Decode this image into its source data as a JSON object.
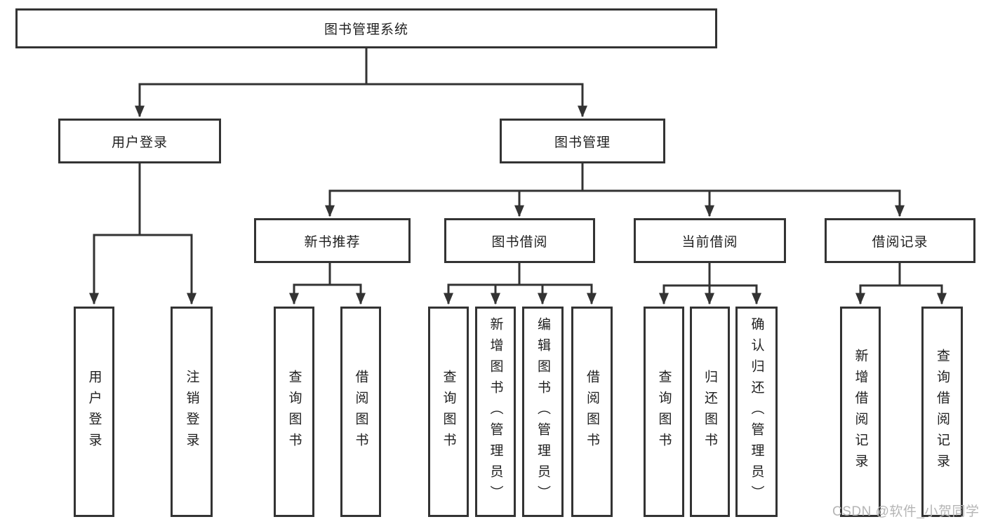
{
  "title": "图书管理系统",
  "colors": {
    "line": "#333333",
    "text": "#1f1f1f",
    "watermark": "#b5b5b5"
  },
  "nodes": {
    "root": {
      "label": "图书管理系统"
    },
    "userLogin": {
      "label": "用户登录"
    },
    "bookMgmt": {
      "label": "图书管理"
    },
    "newBookRec": {
      "label": "新书推荐"
    },
    "bookBorrow": {
      "label": "图书借阅"
    },
    "currentBorrow": {
      "label": "当前借阅"
    },
    "borrowRecords": {
      "label": "借阅记录"
    },
    "leaves": [
      {
        "label": "用户登录"
      },
      {
        "label": "注销登录"
      },
      {
        "label": "查询图书"
      },
      {
        "label": "借阅图书"
      },
      {
        "label": "查询图书"
      },
      {
        "label": "新增图书（管理员）"
      },
      {
        "label": "编辑图书（管理员）"
      },
      {
        "label": "借阅图书"
      },
      {
        "label": "查询图书"
      },
      {
        "label": "归还图书"
      },
      {
        "label": "确认归还（管理员）"
      },
      {
        "label": "新增借阅记录"
      },
      {
        "label": "查询借阅记录"
      }
    ]
  },
  "hierarchy": {
    "图书管理系统": {
      "用户登录": [
        "用户登录",
        "注销登录"
      ],
      "图书管理": {
        "新书推荐": [
          "查询图书",
          "借阅图书"
        ],
        "图书借阅": [
          "查询图书",
          "新增图书（管理员）",
          "编辑图书（管理员）",
          "借阅图书"
        ],
        "当前借阅": [
          "查询图书",
          "归还图书",
          "确认归还（管理员）"
        ],
        "借阅记录": [
          "新增借阅记录",
          "查询借阅记录"
        ]
      }
    }
  },
  "watermark": {
    "text": "CSDN @软件_小贺同学"
  }
}
